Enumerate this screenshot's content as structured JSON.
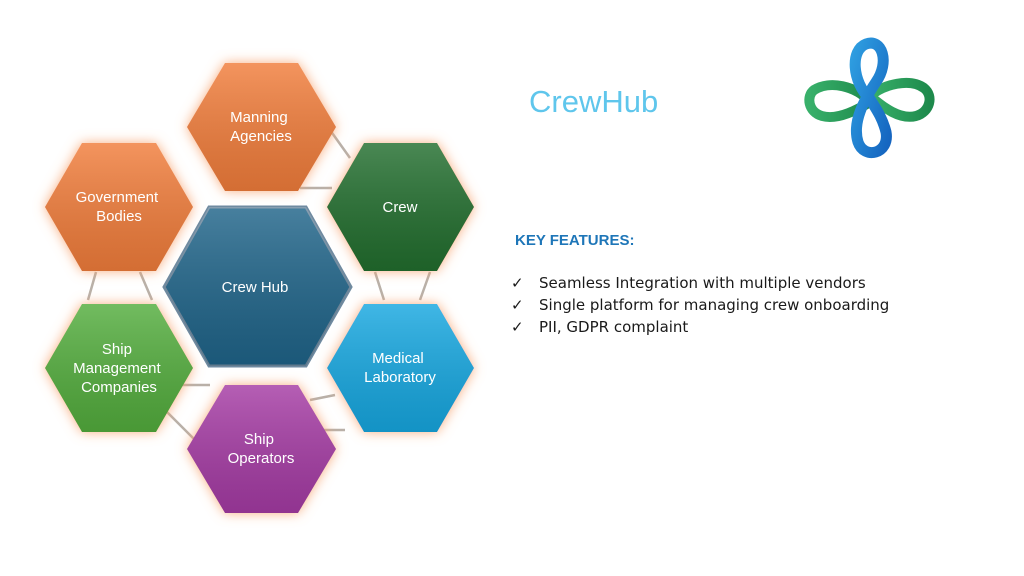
{
  "title": "CrewHub",
  "logo": {
    "icon": "crewhub-logo-icon",
    "colors": [
      "#2e9de0",
      "#1565c0",
      "#38b06a",
      "#1e8a4c"
    ]
  },
  "diagram": {
    "hexes": [
      {
        "id": "manning",
        "lines": [
          "Manning",
          "Agencies"
        ],
        "color": "#f17d3a",
        "glow": true
      },
      {
        "id": "government",
        "lines": [
          "Government",
          "Bodies"
        ],
        "color": "#f17d3a",
        "glow": true
      },
      {
        "id": "crew",
        "lines": [
          "Crew"
        ],
        "color": "#226e2e",
        "glow": true
      },
      {
        "id": "crewhub",
        "lines": [
          "Crew Hub"
        ],
        "color": "#1f6489",
        "glow": false
      },
      {
        "id": "ship-mgmt",
        "lines": [
          "Ship",
          "Management",
          "Companies"
        ],
        "color": "#52ad3c",
        "glow": true
      },
      {
        "id": "medical",
        "lines": [
          "Medical",
          "Laboratory"
        ],
        "color": "#18a7e0",
        "glow": true
      },
      {
        "id": "ship-ops",
        "lines": [
          "Ship",
          "Operators"
        ],
        "color": "#a53aa4",
        "glow": true
      }
    ]
  },
  "features": {
    "heading": "KEY FEATURES:",
    "check_icon": "checkmark-icon",
    "check_glyph": "✓",
    "items": [
      "Seamless Integration with multiple vendors",
      "Single platform for managing crew onboarding",
      "PII, GDPR complaint"
    ]
  }
}
